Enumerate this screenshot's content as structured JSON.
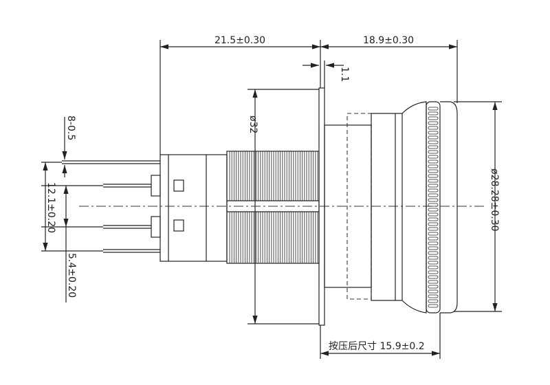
{
  "dimensions": {
    "body_length": "21.5±0.30",
    "button_length": "18.9±0.30",
    "flange_thickness": "1.1",
    "thread_diameter": "ø32",
    "pin_width": "8-0.5",
    "pin_spacing_outer": "12.1±0.20",
    "pin_spacing_inner": "5.4±0.20",
    "button_diameter": "ø28.28±0.30",
    "pressed_label": "按压后尺寸",
    "pressed_length": "15.9±0.2"
  }
}
